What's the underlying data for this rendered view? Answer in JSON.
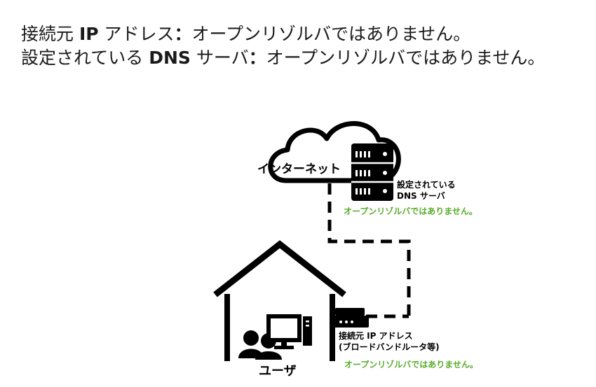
{
  "headline": {
    "line1": {
      "prefix": "接続元 ",
      "term": "IP",
      "middle": " アドレス",
      "sep": "：",
      "status": "オープンリゾルバではありません。"
    },
    "line2": {
      "prefix": "設定されている ",
      "term": "DNS",
      "middle": " サーバ",
      "sep": "：",
      "status": "オープンリゾルバではありません。"
    }
  },
  "diagram": {
    "internet_label": "インターネット",
    "dns_label_line1": "設定されている",
    "dns_label_line2": "DNS サーバ",
    "dns_status": "オープンリゾルバではありません。",
    "router_label_line1": "接続元 IP アドレス",
    "router_label_line2": "(ブロードバンドルータ等)",
    "router_status": "オープンリゾルバではありません。",
    "user_label": "ユーザ",
    "colors": {
      "ink": "#000000",
      "status_green": "#5aac2c"
    }
  }
}
